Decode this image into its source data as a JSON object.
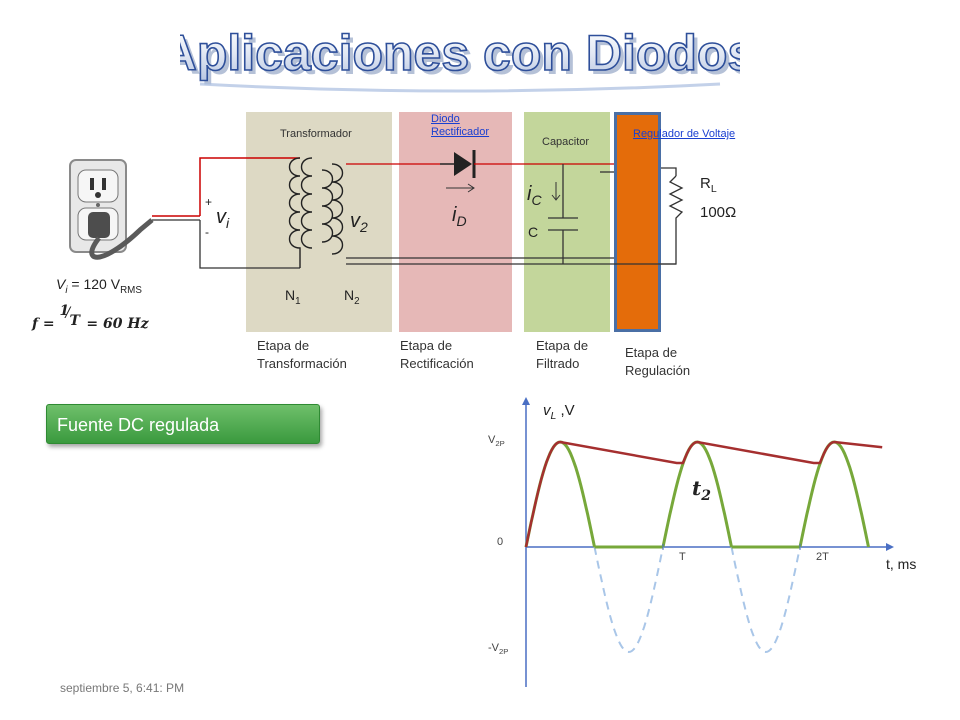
{
  "slide": {
    "title": "Aplicaciones con Diodos",
    "date_footer": "septiembre 5, 6:41: PM"
  },
  "stages": [
    {
      "name": "Transformador",
      "caption_line1": "Etapa de",
      "caption_line2": "Transformación",
      "color": "#ddd9c4"
    },
    {
      "name_line1": "Diodo",
      "name_line2": "Rectificador",
      "caption_line1": "Etapa de",
      "caption_line2": "Rectificación",
      "color": "#e6b8b7"
    },
    {
      "name": "Capacitor",
      "caption_line1": "Etapa de",
      "caption_line2": "Filtrado",
      "color": "#c3d69b"
    },
    {
      "name": "Regulador de Voltaje",
      "caption_line1": "Etapa de",
      "caption_line2": "Regulación",
      "color": "#e46c0a"
    }
  ],
  "circuit": {
    "source": {
      "vi_main": "V",
      "vi_sub": "i",
      "eq": " = 120 V",
      "eq_sub": "RMS"
    },
    "frequency": {
      "lhs": "f =",
      "num": "1",
      "den": "T",
      "rhs": "= 60 Hz"
    },
    "plus": "+",
    "minus": "-",
    "vi_label": "v",
    "vi_label_sub": "i",
    "v2_label": "v",
    "v2_label_sub": "2",
    "n1": "N",
    "n1_sub": "1",
    "n2": "N",
    "n2_sub": "2",
    "id_label": "i",
    "id_label_sub": "D",
    "ic_label": "i",
    "ic_label_sub": "C",
    "c_label": "C",
    "rl_label": "R",
    "rl_sub": "L",
    "rl_value": "100Ω"
  },
  "button": {
    "label": "Fuente DC regulada"
  },
  "plot": {
    "y_label": "v",
    "y_label_sub": "L",
    "y_unit": " ,V",
    "x_label": "t, ms",
    "v2p": "V",
    "v2p_sub": "2P",
    "neg_v2p": "-V",
    "neg_v2p_sub": "2P",
    "zero": "0",
    "tick_T": "T",
    "tick_2T": "2T",
    "t2_label": "t",
    "t2_sub": "2",
    "colors": {
      "rectified": "#77a83a",
      "filtered": "#a52f2f",
      "dashed": "#a9c6e8",
      "axis": "#4a6fc4"
    }
  },
  "chart_data": {
    "type": "line",
    "title": "",
    "xlabel": "t, ms",
    "ylabel": "vL ,V",
    "xtick_labels": [
      "T",
      "2T"
    ],
    "ytick_labels": [
      "V2P",
      "0",
      "-V2P"
    ],
    "series": [
      {
        "x": [
          0.0,
          0.25,
          0.5,
          1.0,
          1.25,
          1.5,
          2.0,
          2.25,
          2.5
        ],
        "y": [
          0.0,
          1.0,
          0.0,
          0.0,
          1.0,
          0.0,
          0.0,
          1.0,
          0.0
        ]
      },
      {
        "x": [
          0.0,
          0.25,
          1.1,
          1.25,
          2.1,
          2.25,
          2.6
        ],
        "y": [
          0.0,
          1.0,
          0.8,
          1.0,
          0.8,
          1.0,
          0.95
        ]
      },
      {
        "x": [
          0.5,
          0.75,
          1.0,
          1.5,
          1.75,
          2.0
        ],
        "y": [
          0.0,
          -1.0,
          0.0,
          0.0,
          -1.0,
          0.0
        ]
      }
    ]
  }
}
